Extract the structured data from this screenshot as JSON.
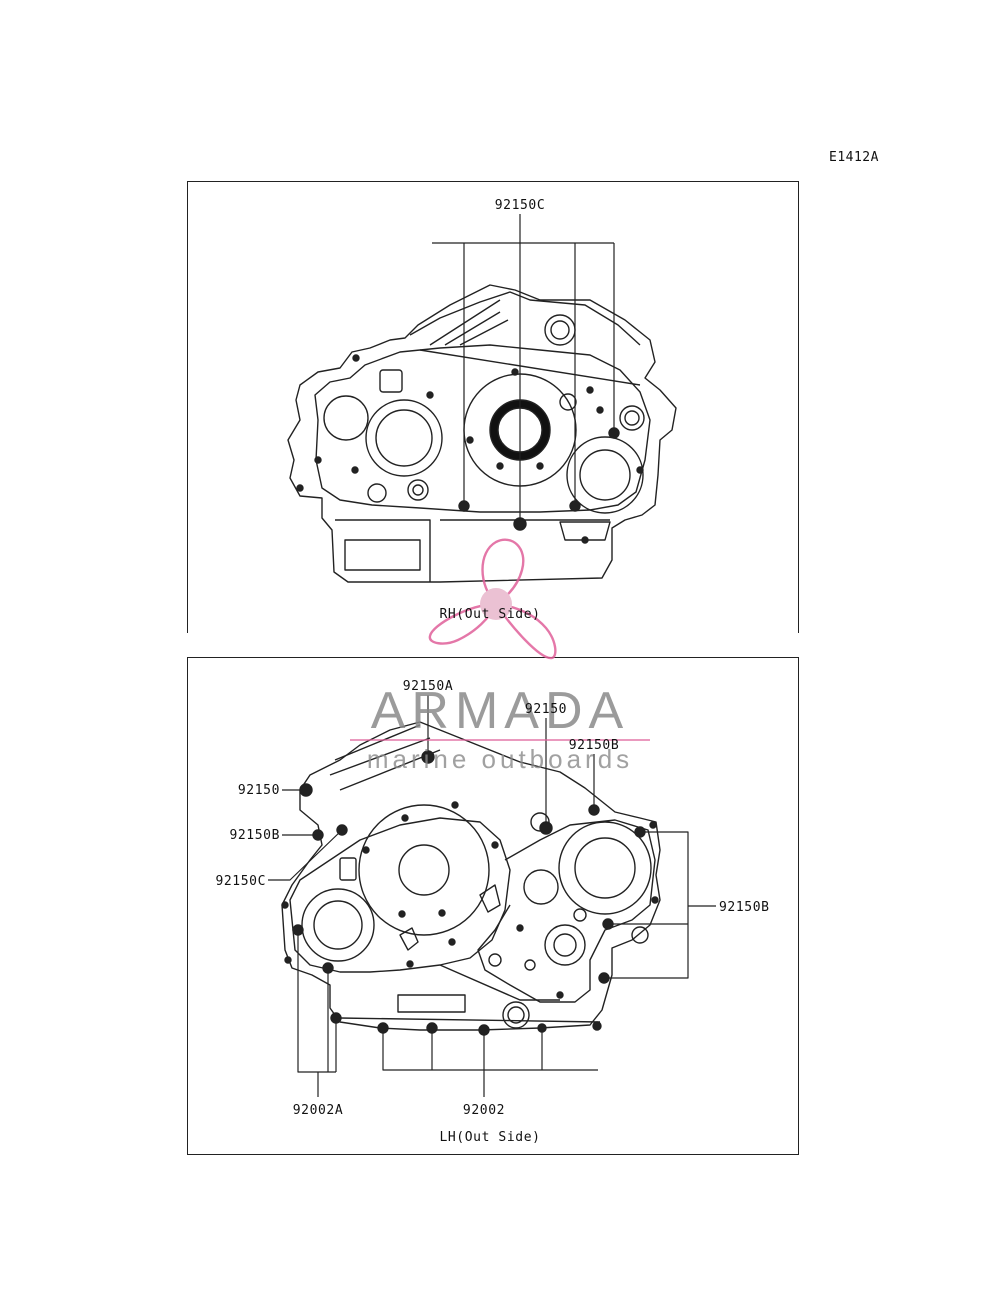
{
  "diagram_code": "E1412A",
  "top_panel": {
    "caption": "RH(Out Side)",
    "labels": {
      "a": "92150C"
    }
  },
  "bottom_panel": {
    "caption": "LH(Out Side)",
    "labels": {
      "a": "92150A",
      "b": "92150",
      "c": "92150B",
      "d": "92150",
      "e": "92150B",
      "f": "92150C",
      "g": "92150B",
      "h": "92002A",
      "i": "92002"
    }
  },
  "watermark": {
    "brand": "ARMADA",
    "tagline": "marine outboards",
    "accent_color": "#e0609a"
  },
  "colors": {
    "line": "#222222",
    "background": "#ffffff"
  }
}
